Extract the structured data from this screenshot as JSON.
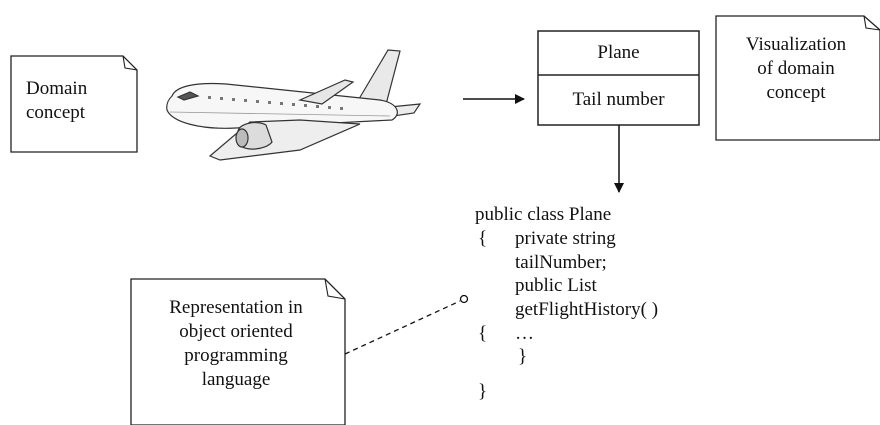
{
  "domain_note": {
    "line1": "Domain",
    "line2": "concept"
  },
  "uml_class": {
    "name": "Plane",
    "attribute": "Tail number"
  },
  "visualization_note": {
    "line1": "Visualization",
    "line2": "of domain",
    "line3": "concept"
  },
  "code": {
    "line1": "public class Plane",
    "line2_brace": "{",
    "line2": "private string",
    "line3": "tailNumber;",
    "line4": "public List",
    "line5": "getFlightHistory( )",
    "line6_brace": "{",
    "line6": "…",
    "line7": "}",
    "line8": "}"
  },
  "representation_note": {
    "line1": "Representation in",
    "line2": "object oriented",
    "line3": "programming",
    "line4": "language"
  }
}
